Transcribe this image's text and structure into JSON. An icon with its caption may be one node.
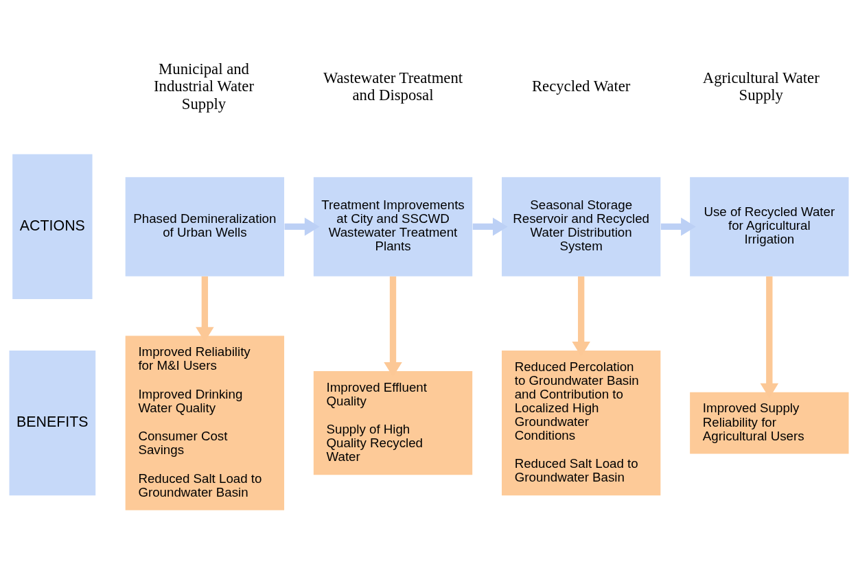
{
  "diagram": {
    "nodes": [
      {
        "text": [
          "ACTIONS"
        ]
      },
      {
        "text": [
          "Phased Demineralization of Urban Wells"
        ]
      },
      {
        "text": [
          "Treatment Improvements at City and SSCWD Wastewater Treatment Plants"
        ]
      },
      {
        "text": [
          "Seasonal Storage Reservoir and Recycled Water Distribution System"
        ]
      },
      {
        "text": [
          "Use of Recycled Water for Agricultural Irrigation"
        ]
      },
      {
        "text": [
          "BENEFITS"
        ]
      },
      {
        "text": [
          "Improved Reliability for M&I Users",
          "Improved Drinking Water Quality",
          "Consumer Cost Savings",
          "Reduced Salt Load to Groundwater Basin"
        ]
      },
      {
        "text": [
          "Improved Effluent Quality",
          "Supply of High Quality Recycled Water"
        ]
      },
      {
        "text": [
          "Reduced Percolation to Groundwater Basin and Contribution to Localized High Groundwater Conditions",
          "Reduced Salt Load to Groundwater Basin"
        ]
      },
      {
        "text": [
          "Improved Supply Reliability for Agricultural Users"
        ]
      }
    ],
    "edges": [
      {
        "from": 1,
        "to": 2,
        "arrow": "to",
        "color": "#bcd0f5"
      },
      {
        "from": 2,
        "to": 3,
        "arrow": "to",
        "color": "#bcd0f5"
      },
      {
        "from": 3,
        "to": 4,
        "arrow": "to",
        "color": "#bcd0f5"
      },
      {
        "from": 1,
        "to": 6,
        "arrow": "to"
      },
      {
        "from": 2,
        "to": 7,
        "arrow": "to"
      },
      {
        "from": 3,
        "to": 8,
        "arrow": "to"
      },
      {
        "from": 4,
        "to": 9,
        "arrow": "to"
      }
    ],
    "labels": [
      "Municipal and Industrial Water Supply",
      "Wastewater Treatment and Disposal",
      "Recycled Water",
      "Agricultural Water Supply"
    ]
  }
}
